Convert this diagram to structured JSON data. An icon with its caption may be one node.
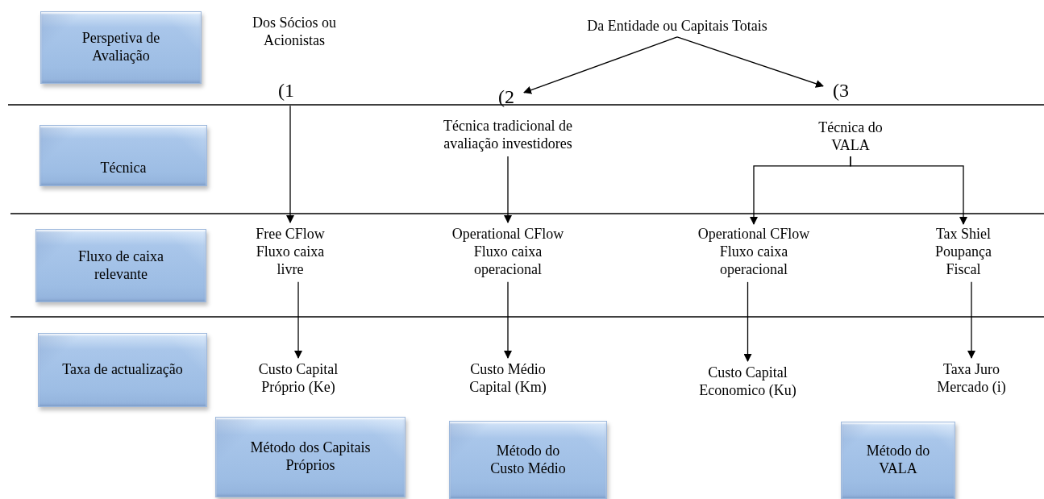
{
  "diagram": {
    "nodes": [
      {
        "text": [
          "Perspetiva de Avaliação"
        ]
      },
      {
        "text": [
          "Dos Sócios ou Acionistas"
        ]
      },
      {
        "text": [
          "Da Entidade ou Capitais Totais"
        ]
      },
      {
        "text": [
          "(1"
        ]
      },
      {
        "text": [
          "(2"
        ]
      },
      {
        "text": [
          "(3"
        ]
      },
      {
        "text": [
          "Técnica"
        ]
      },
      {
        "text": [
          "Técnica tradicional de avaliação investidores"
        ]
      },
      {
        "text": [
          "Técnica do VALA"
        ]
      },
      {
        "text": [
          "Fluxo de caixa relevante"
        ]
      },
      {
        "text": [
          "Free CFlow",
          "Fluxo caixa livre"
        ]
      },
      {
        "text": [
          "Operational CFlow",
          "Fluxo caixa operacional"
        ]
      },
      {
        "text": [
          "Operational CFlow",
          "Fluxo caixa operacional"
        ]
      },
      {
        "text": [
          "Tax Shiel",
          "Poupança Fiscal"
        ]
      },
      {
        "text": [
          "Taxa de actualização"
        ]
      },
      {
        "text": [
          "Custo Capital Próprio (Ke)"
        ]
      },
      {
        "text": [
          "Custo Médio Capital (Km)"
        ]
      },
      {
        "text": [
          "Custo Capital Economico (Ku)"
        ]
      },
      {
        "text": [
          "Taxa Juro Mercado (i)"
        ]
      },
      {
        "text": [
          "Método dos Capitais Próprios"
        ]
      },
      {
        "text": [
          "Método do Custo Médio"
        ]
      },
      {
        "text": [
          "Método do VALA"
        ]
      }
    ],
    "edges": [
      {
        "from": 2,
        "to": 4,
        "arrow": "to"
      },
      {
        "from": 2,
        "to": 5,
        "arrow": "to"
      },
      {
        "from": 3,
        "to": 10,
        "arrow": "to"
      },
      {
        "from": 7,
        "to": 11,
        "arrow": "to"
      },
      {
        "from": 8,
        "to": 12,
        "arrow": "to"
      },
      {
        "from": 8,
        "to": 13,
        "arrow": "to"
      },
      {
        "from": 10,
        "to": 15,
        "arrow": "to"
      },
      {
        "from": 11,
        "to": 16,
        "arrow": "to"
      },
      {
        "from": 12,
        "to": 17,
        "arrow": "to"
      },
      {
        "from": 13,
        "to": 18,
        "arrow": "to"
      }
    ]
  }
}
